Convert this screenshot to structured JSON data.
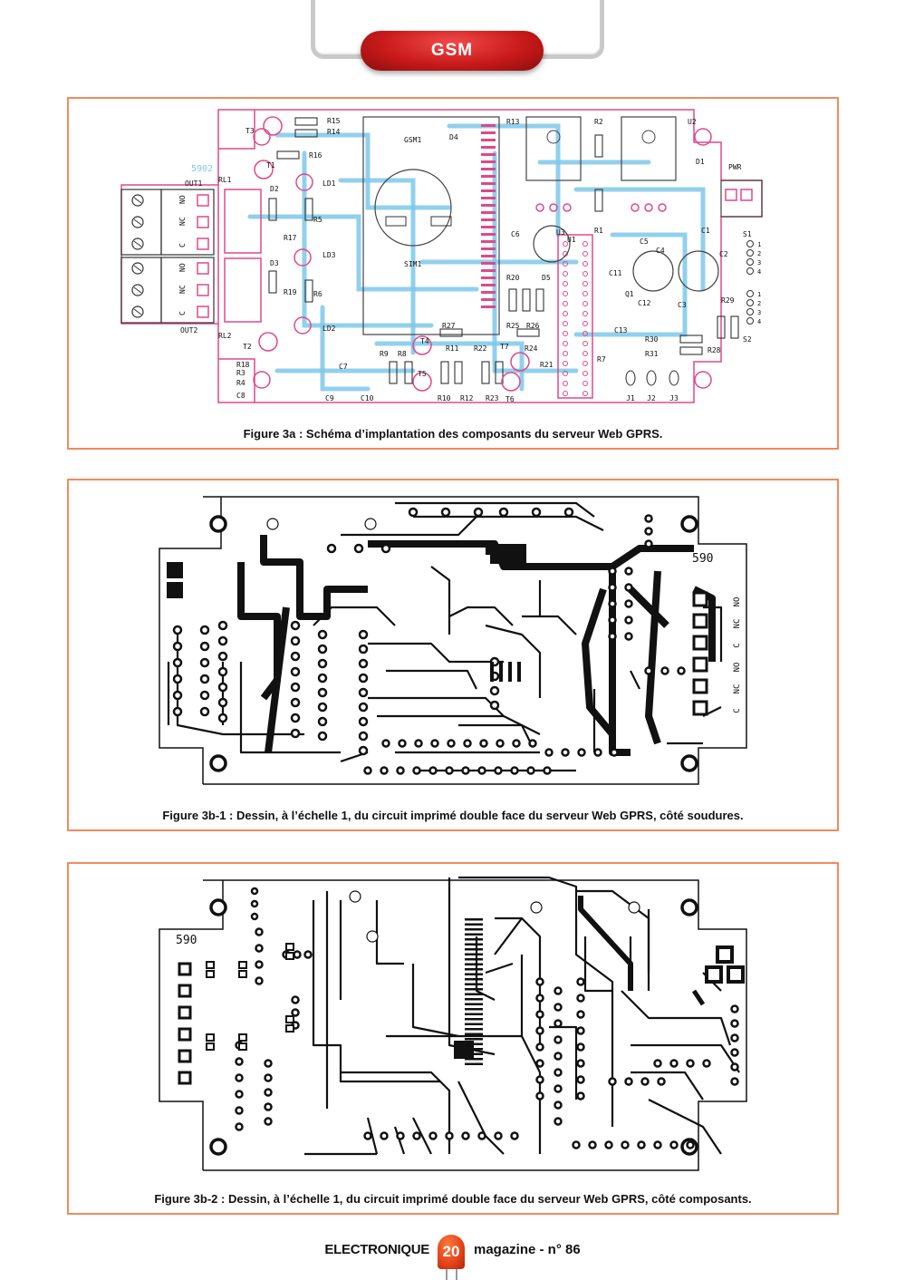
{
  "header": {
    "section_label": "GSM"
  },
  "figures": [
    {
      "caption": "Figure 3a : Schéma d’implantation des composants du serveur Web GPRS.",
      "labels": {
        "transistors": [
          "T3",
          "T1",
          "T2",
          "T4",
          "T5",
          "T6",
          "T7"
        ],
        "relays": [
          "RL1",
          "RL2"
        ],
        "outputs": [
          "OUT1",
          "OUT2"
        ],
        "terminals": [
          "NO",
          "NC",
          "C",
          "NO",
          "NC",
          "C"
        ],
        "resistors": [
          "R15",
          "R14",
          "R16",
          "R5",
          "R6",
          "R17",
          "R19",
          "R18",
          "R3",
          "R4",
          "R9",
          "R8",
          "R11",
          "R22",
          "R10",
          "R12",
          "R23",
          "R27",
          "R24",
          "R21",
          "R25",
          "R26",
          "R20",
          "R13",
          "R2",
          "R1",
          "R7",
          "R29",
          "R28",
          "R30",
          "R31"
        ],
        "diodes": [
          "D4",
          "D2",
          "D3",
          "D5",
          "D1",
          "LD1",
          "LD3",
          "LD2"
        ],
        "capacitors": [
          "C7",
          "C8",
          "C9",
          "C10",
          "C6",
          "C5",
          "C4",
          "C1",
          "C2",
          "C11",
          "C12",
          "C3",
          "C13"
        ],
        "modules": [
          "GSM1",
          "SIM1",
          "U1",
          "U2",
          "U3",
          "Q1",
          "PWR"
        ],
        "switches": [
          "S1",
          "S2"
        ],
        "jumpers": [
          "J1",
          "J2",
          "J3"
        ],
        "switch_positions": [
          "1",
          "2",
          "3",
          "4"
        ],
        "board_code": "5902"
      }
    },
    {
      "caption": "Figure 3b-1 : Dessin, à l’échelle 1, du circuit imprimé double face du serveur Web GPRS, côté soudures.",
      "board_code": "590",
      "terminal_labels": [
        "NO",
        "NC",
        "C",
        "NO",
        "NC",
        "C"
      ]
    },
    {
      "caption": "Figure 3b-2 : Dessin, à l’échelle 1, du circuit imprimé double face du serveur Web GPRS, côté composants.",
      "board_code": "590"
    }
  ],
  "footer": {
    "magazine": "ELECTRONIQUE",
    "page": "20",
    "issue": "magazine - n° 86"
  },
  "colors": {
    "accent_red": "#c91a1a",
    "frame_orange": "#f28a5c",
    "silk_pink": "#e0488a",
    "copper_blue": "#7ec8ea"
  }
}
